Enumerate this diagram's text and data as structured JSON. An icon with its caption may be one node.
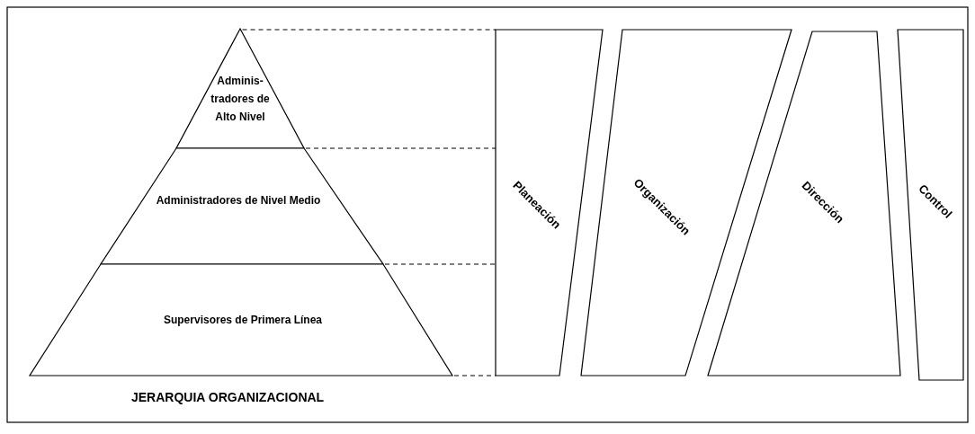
{
  "diagram": {
    "caption": "JERARQUIA ORGANIZACIONAL",
    "nodes": [
      {
        "text": [
          "Adminis- tradores de Alto Nivel"
        ]
      },
      {
        "text": [
          "Administradores de Nivel Medio"
        ]
      },
      {
        "text": [
          "Supervisores de Primera Línea"
        ]
      },
      {
        "text": [
          "Planeación"
        ]
      },
      {
        "text": [
          "Organización"
        ]
      },
      {
        "text": [
          "Dirección"
        ]
      },
      {
        "text": [
          "Control"
        ]
      }
    ],
    "edges": [
      {
        "from": 0,
        "to": 3,
        "arrow": "none",
        "style": "dashed"
      },
      {
        "from": 0,
        "to": 3,
        "arrow": "none",
        "style": "dashed"
      },
      {
        "from": 1,
        "to": 3,
        "arrow": "none",
        "style": "dashed"
      },
      {
        "from": 2,
        "to": 3,
        "arrow": "none",
        "style": "dashed"
      }
    ]
  }
}
